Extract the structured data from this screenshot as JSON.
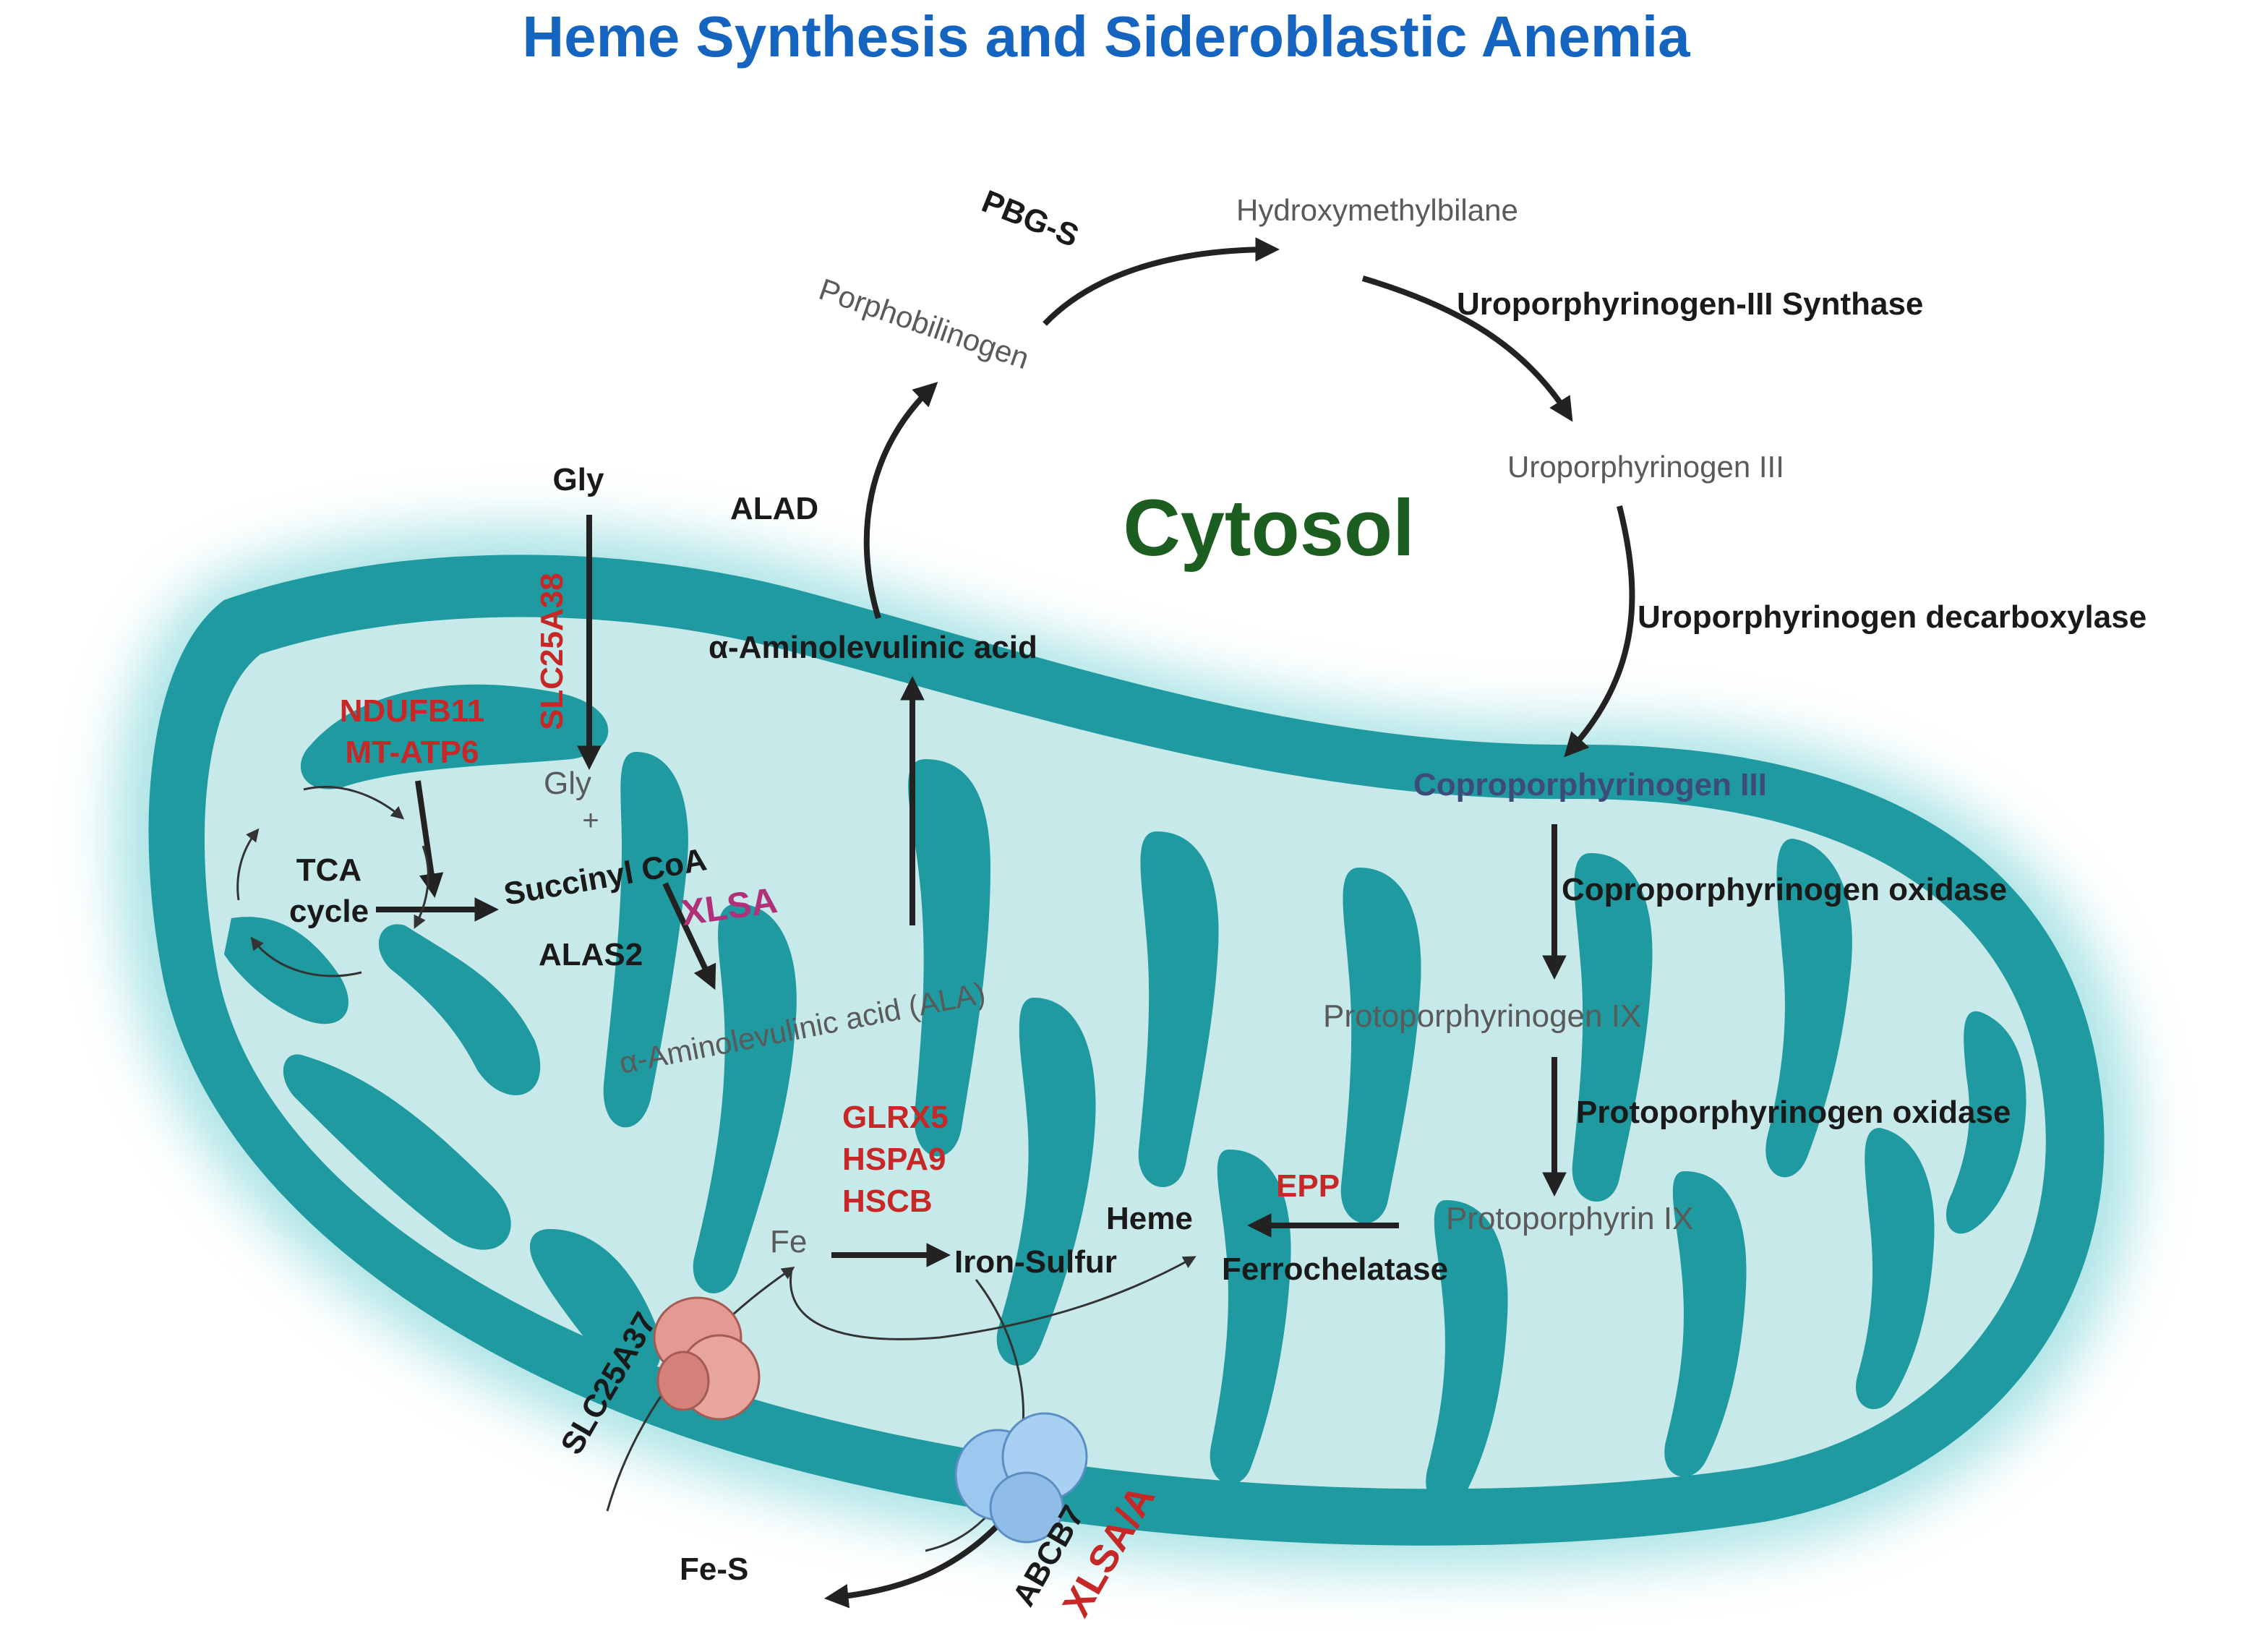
{
  "title": "Heme Synthesis and Sideroblastic Anemia",
  "compartment_label": "Cytosol",
  "colors": {
    "title": "#1565c0",
    "cytosol": "#1b5e20",
    "outer_membrane": "#1e9aa0",
    "matrix": "#c8e9ea",
    "gene_red": "#c62828",
    "xlsa_pink": "#b0307a",
    "coproporphyrinogen": "#3d4a7a",
    "transporter_slc25a37": "#e39a93",
    "transporter_abcb7": "#9cc8f0"
  },
  "metabolites": {
    "gly_outer": "Gly",
    "gly_inner": "Gly",
    "plus": "+",
    "succinyl_coa": "Succinyl CoA",
    "tca_line1": "TCA",
    "tca_line2": "cycle",
    "ala_mito": "α-Aminolevulinic acid (ALA)",
    "ala_cyto": "α-Aminolevulinic acid",
    "porphobilinogen": "Porphobilinogen",
    "hydroxymethylbilane": "Hydroxymethylbilane",
    "uroporphyrinogen_iii": "Uroporphyrinogen III",
    "coproporphyrinogen_iii": "Coproporphyrinogen III",
    "protoporphyrinogen_ix": "Protoporphyrinogen IX",
    "protoporphyrin_ix": "Protoporphyrin IX",
    "heme": "Heme",
    "fe": "Fe",
    "iron_sulfur": "Iron-Sulfur",
    "fe_s": "Fe-S"
  },
  "enzymes": {
    "alas2": "ALAS2",
    "alad": "ALAD",
    "pbg_s": "PBG-S",
    "uroporphyrinogen_iii_synthase": "Uroporphyrinogen-III Synthase",
    "uroporphyrinogen_decarboxylase": "Uroporphyrinogen decarboxylase",
    "coproporphyrinogen_oxidase": "Coproporphyrinogen oxidase",
    "protoporphyrinogen_oxidase": "Protoporphyrinogen oxidase",
    "ferrochelatase": "Ferrochelatase"
  },
  "genes": {
    "slc25a38": "SLC25A38",
    "ndufb11": "NDUFB11",
    "mt_atp6": "MT-ATP6",
    "glrx5": "GLRX5",
    "hspa9": "HSPA9",
    "hscb": "HSCB",
    "epp": "EPP",
    "slc25a37": "SLC25A37",
    "abcb7": "ABCB7"
  },
  "diseases": {
    "xlsa": "XLSA",
    "xlsa_a": "XLSA/A"
  }
}
